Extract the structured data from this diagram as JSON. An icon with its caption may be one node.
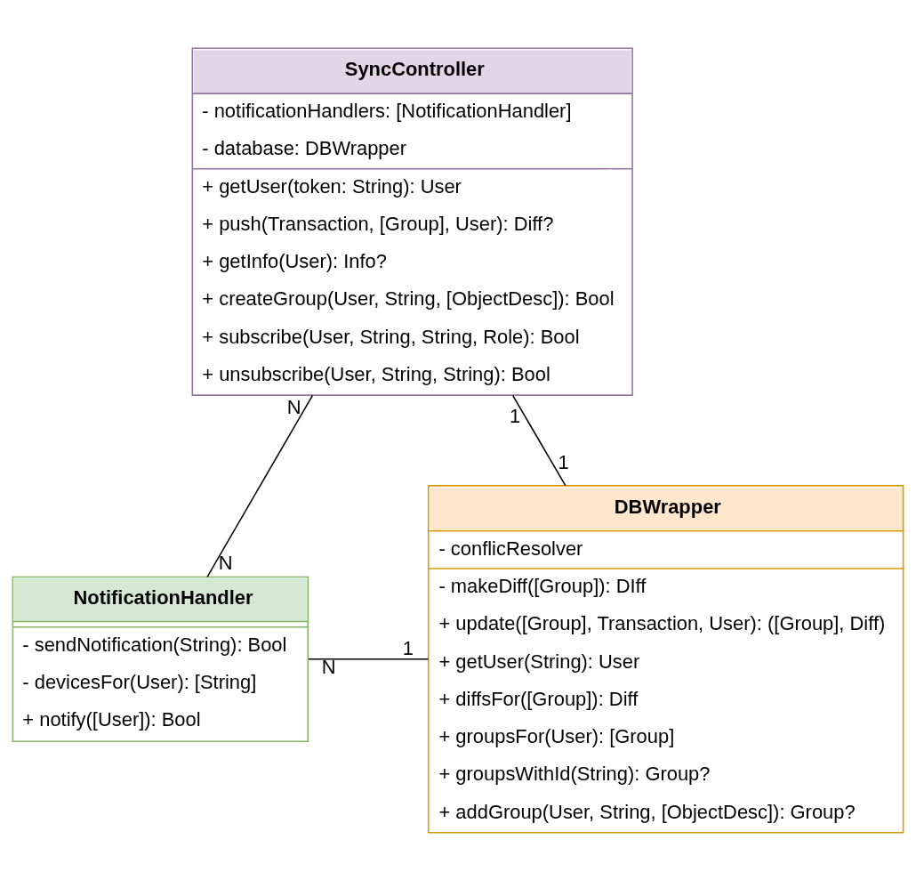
{
  "diagram": {
    "nodes": [
      {
        "text": [
          "SyncController",
          "- notificationHandlers: [NotificationHandler]",
          "- database: DBWrapper",
          "+ getUser(token: String): User",
          "+ push(Transaction, [Group], User): Diff?",
          "+ getInfo(User): Info?",
          "+ createGroup(User, String, [ObjectDesc]): Bool",
          "+ subscribe(User, String, String, Role): Bool",
          "+ unsubscribe(User, String, String): Bool"
        ]
      },
      {
        "text": [
          "NotificationHandler",
          "- sendNotification(String): Bool",
          "- devicesFor(User): [String]",
          "+ notify([User]): Bool"
        ]
      },
      {
        "text": [
          "DBWrapper",
          "- conflicResolver",
          "- makeDiff([Group]): DIff",
          "+ update([Group], Transaction, User): ([Group], Diff)",
          "+ getUser(String): User",
          "+ diffsFor([Group]): Diff",
          "+ groupsFor(User): [Group]",
          "+ groupsWithId(String): Group?",
          "+ addGroup(User, String, [ObjectDesc]): Group?"
        ]
      }
    ],
    "edges": [
      {
        "from": 0,
        "to": 1,
        "arrow": "none"
      },
      {
        "from": 0,
        "to": 2,
        "arrow": "none"
      },
      {
        "from": 1,
        "to": 2,
        "arrow": "none"
      }
    ],
    "labels": [
      "N",
      "1",
      "N",
      "1",
      "N",
      "1"
    ]
  }
}
